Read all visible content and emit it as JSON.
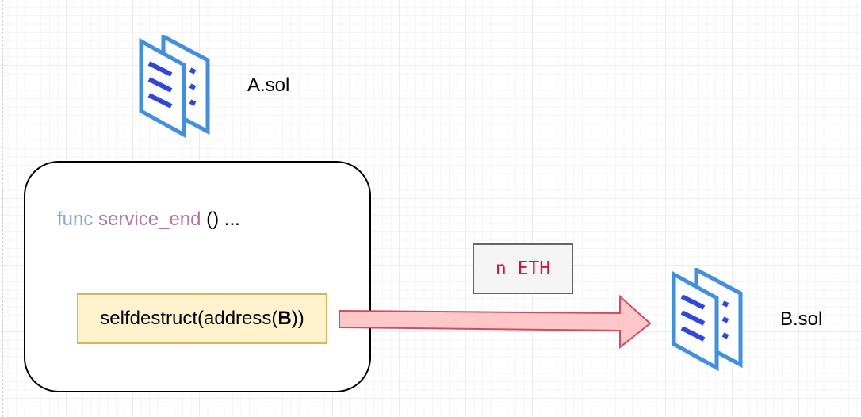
{
  "files": {
    "a": {
      "name": "A.sol",
      "icon": "document-pages-icon"
    },
    "b": {
      "name": "B.sol",
      "icon": "document-pages-icon"
    }
  },
  "contract": {
    "func_keyword": "func",
    "func_name": "service_end",
    "func_rest": " () ...",
    "call_prefix": "selfdestruct(address(",
    "call_arg": "B",
    "call_suffix": "))"
  },
  "transfer": {
    "amount_label": "n ETH"
  },
  "colors": {
    "icon_blue": "#3d8fe8",
    "icon_lines": "#2f44e6",
    "func_keyword": "#7ea6e0",
    "func_name": "#b5739d",
    "call_fill": "#fff2cc",
    "call_stroke": "#d6b656",
    "arrow_fill": "#ffc7c7",
    "arrow_stroke": "#d24b5e",
    "eth_text": "#e4083d",
    "eth_fill": "#f5f5f5",
    "eth_stroke": "#666666"
  }
}
